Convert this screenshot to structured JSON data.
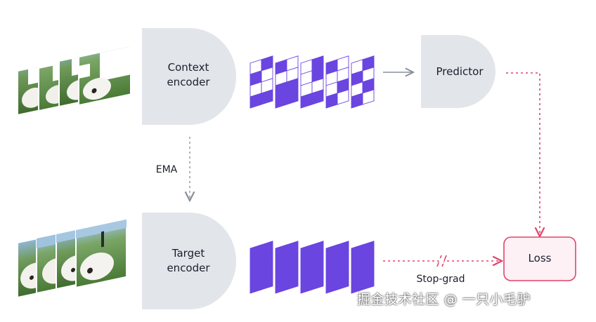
{
  "context_encoder": {
    "line1": "Context",
    "line2": "encoder"
  },
  "target_encoder": {
    "line1": "Target",
    "line2": "encoder"
  },
  "predictor": {
    "label": "Predictor"
  },
  "loss": {
    "label": "Loss"
  },
  "ema": {
    "label": "EMA"
  },
  "stop_grad": {
    "label": "Stop-grad"
  },
  "watermark": {
    "text": "掘金技术社区 @ 一只小毛驴"
  },
  "colors": {
    "shape_fill": "#e2e5ea",
    "patch_purple": "#6a45e0",
    "grid_line": "#6a45e0",
    "dotted_red": "#e0446c",
    "dotted_grey": "#9aa0aa",
    "loss_border": "#e0446c",
    "loss_fill": "#fdf1f5"
  }
}
